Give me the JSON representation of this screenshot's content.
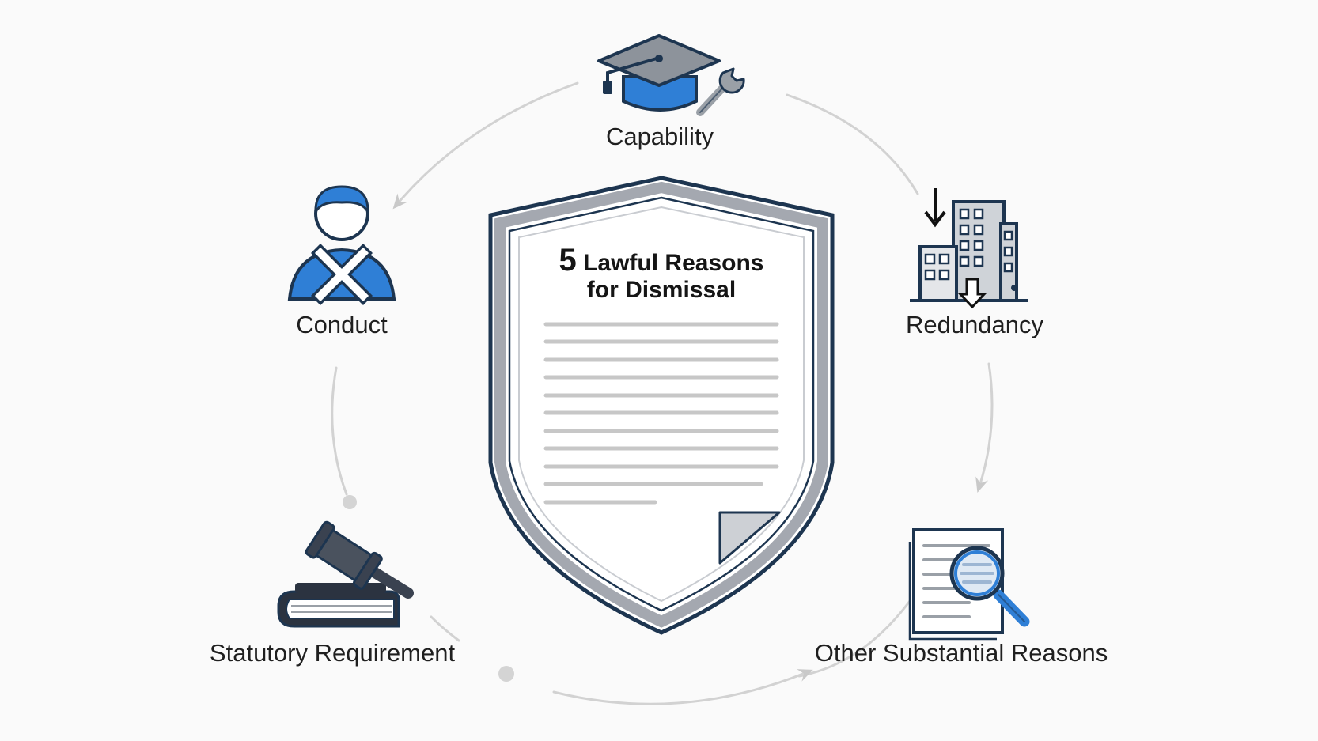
{
  "diagram": {
    "title_number": "5",
    "title_rest": "Lawful Reasons",
    "title_line2": "for Dismissal",
    "reasons": [
      {
        "label": "Capability",
        "icon": "graduation-cap-wrench-icon"
      },
      {
        "label": "Redundancy",
        "icon": "building-down-arrow-icon"
      },
      {
        "label": "Other Substantial Reasons",
        "icon": "document-magnifier-icon"
      },
      {
        "label": "Statutory Requirement",
        "icon": "gavel-book-icon"
      },
      {
        "label": "Conduct",
        "icon": "person-cross-icon"
      }
    ],
    "colors": {
      "accent_blue": "#2f7fd6",
      "navy_outline": "#1d3550",
      "shield_gray": "#9ea3ab",
      "arrow_gray": "#cfcfcf",
      "background": "#fafafa"
    }
  }
}
